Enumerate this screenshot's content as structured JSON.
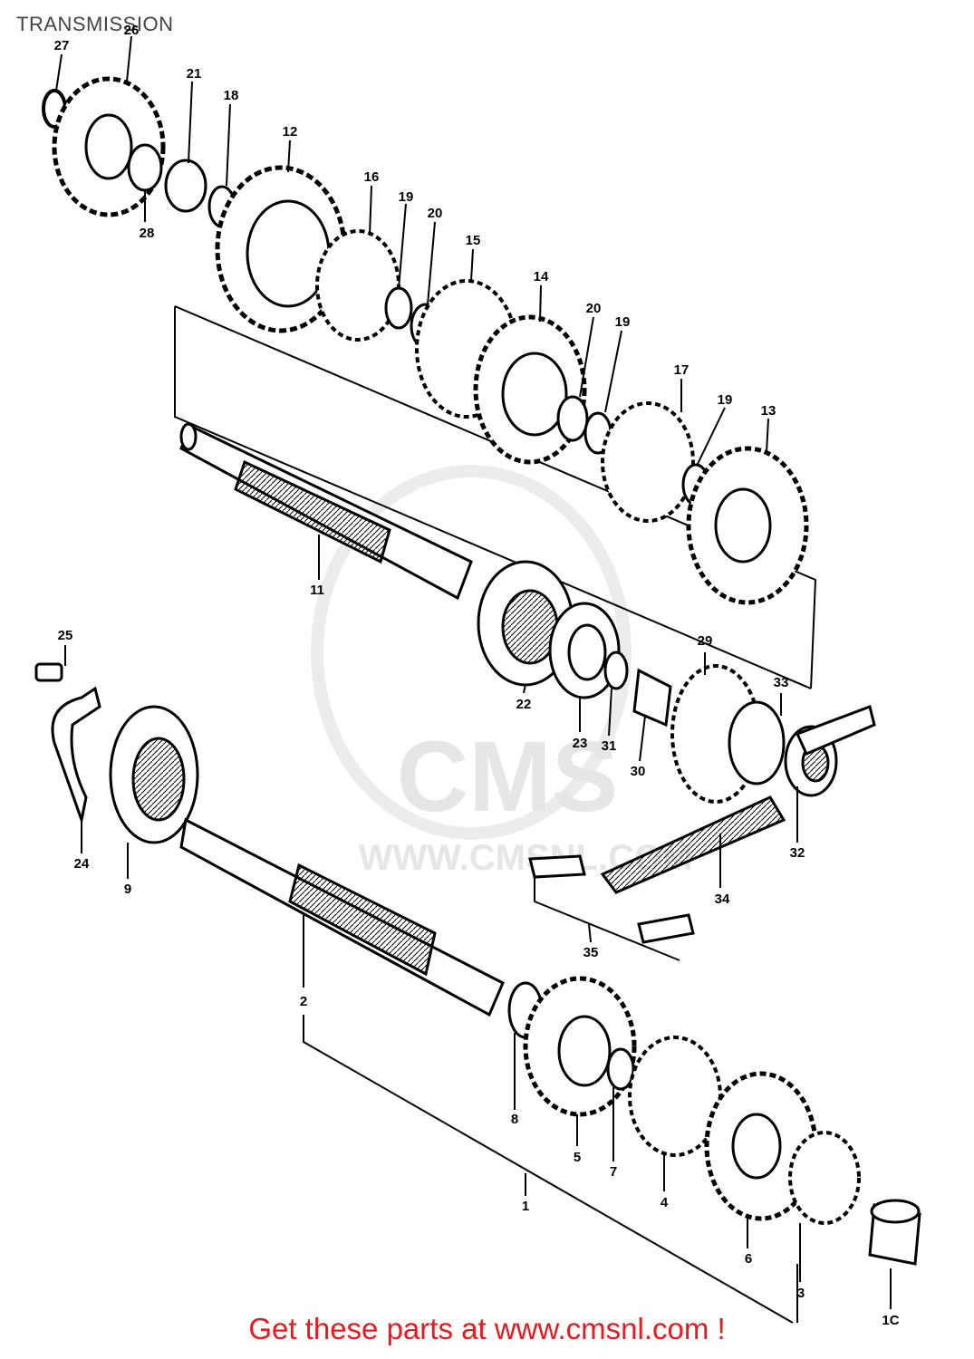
{
  "title": "TRANSMISSION",
  "footer": {
    "text": "Get these parts at www.cmsnl.com !",
    "color": "#e8191f"
  },
  "watermark": {
    "logo": "CMS",
    "url": "WWW.CMSNL.COM"
  },
  "part_labels": [
    "27",
    "26",
    "21",
    "18",
    "28",
    "12",
    "16",
    "19",
    "20",
    "15",
    "14",
    "20",
    "19",
    "17",
    "19",
    "13",
    "11",
    "25",
    "24",
    "9",
    "22",
    "23",
    "31",
    "29",
    "30",
    "33",
    "32",
    "34",
    "35",
    "2",
    "8",
    "5",
    "7",
    "4",
    "6",
    "3",
    "1",
    "1C"
  ],
  "colors": {
    "ink": "#000000",
    "watermark": "#e6e6e6"
  }
}
